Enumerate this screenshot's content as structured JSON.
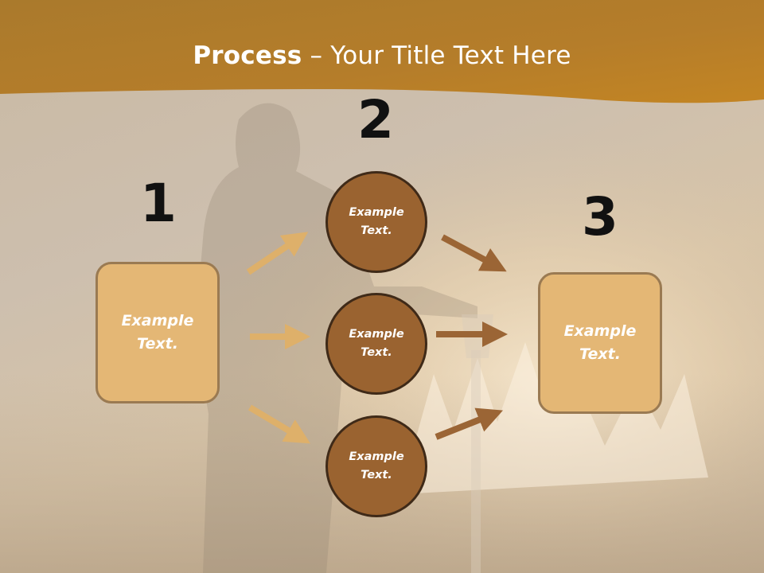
{
  "slide": {
    "title_bold": "Process",
    "title_rest": " – Your Title Text Here"
  },
  "steps": {
    "n1": "1",
    "n2": "2",
    "n3": "3"
  },
  "left_box": {
    "text": "Example\nText."
  },
  "circles": [
    {
      "text": "Example\nText."
    },
    {
      "text": "Example\nText."
    },
    {
      "text": "Example\nText."
    }
  ],
  "right_box": {
    "text": "Example\nText."
  },
  "colors": {
    "banner": "#c98a2e",
    "box_fill": "#e4b775",
    "circle_fill": "#9a6330",
    "arrow_light": "#deb06a",
    "arrow_dark": "#9b6535"
  }
}
